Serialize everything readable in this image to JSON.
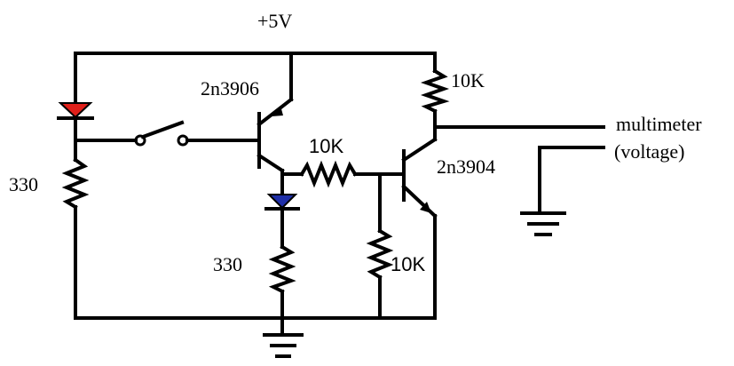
{
  "labels": {
    "supply": "+5V",
    "pnp_part": "2n3906",
    "npn_part": "2n3904",
    "r_collector": "10K",
    "r_series": "10K",
    "r_base_pulldown": "10K",
    "r_red_led": "330",
    "r_blue_led": "330",
    "meter_line1": "multimeter",
    "meter_line2": "(voltage)"
  },
  "colors": {
    "wire": "#000000",
    "led_red": "#e0201a",
    "led_blue": "#1f2fa8",
    "background": "#ffffff"
  },
  "components": {
    "led_left": "red-led",
    "led_middle": "blue-led",
    "switch": "spst-switch",
    "transistor_left": "pnp-transistor",
    "transistor_right": "npn-transistor",
    "ground_symbols": [
      "ground-main",
      "ground-meter"
    ]
  }
}
